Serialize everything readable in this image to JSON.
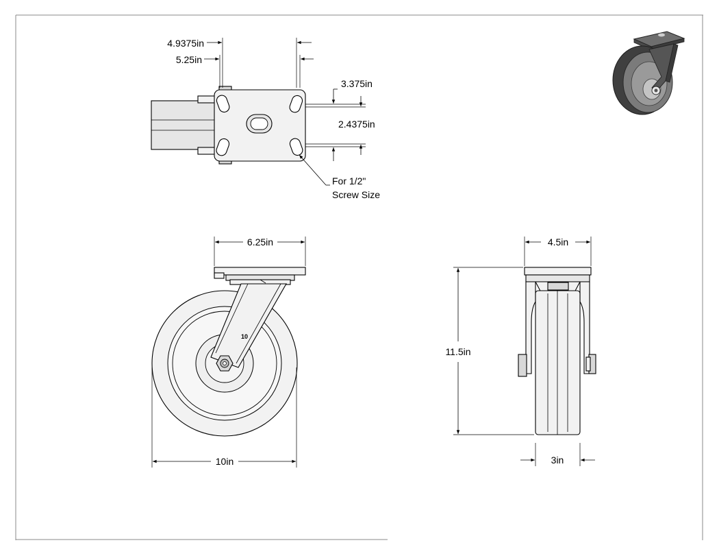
{
  "drawing": {
    "top_view": {
      "dims": {
        "plate_outer_length": "4.9375in",
        "plate_length": "5.25in",
        "bolt_spacing_long": "3.375in",
        "bolt_spacing_short": "2.4375in"
      },
      "note_line1": "For 1/2\"",
      "note_line2": "Screw Size"
    },
    "front_view": {
      "dims": {
        "plate_width": "6.25in",
        "wheel_diameter": "10in"
      },
      "wheel_mark": "10"
    },
    "side_view": {
      "dims": {
        "plate_depth": "4.5in",
        "overall_height": "11.5in",
        "wheel_width": "3in"
      }
    },
    "iso_view": {
      "description_icon": "caster-3d-icon"
    }
  }
}
